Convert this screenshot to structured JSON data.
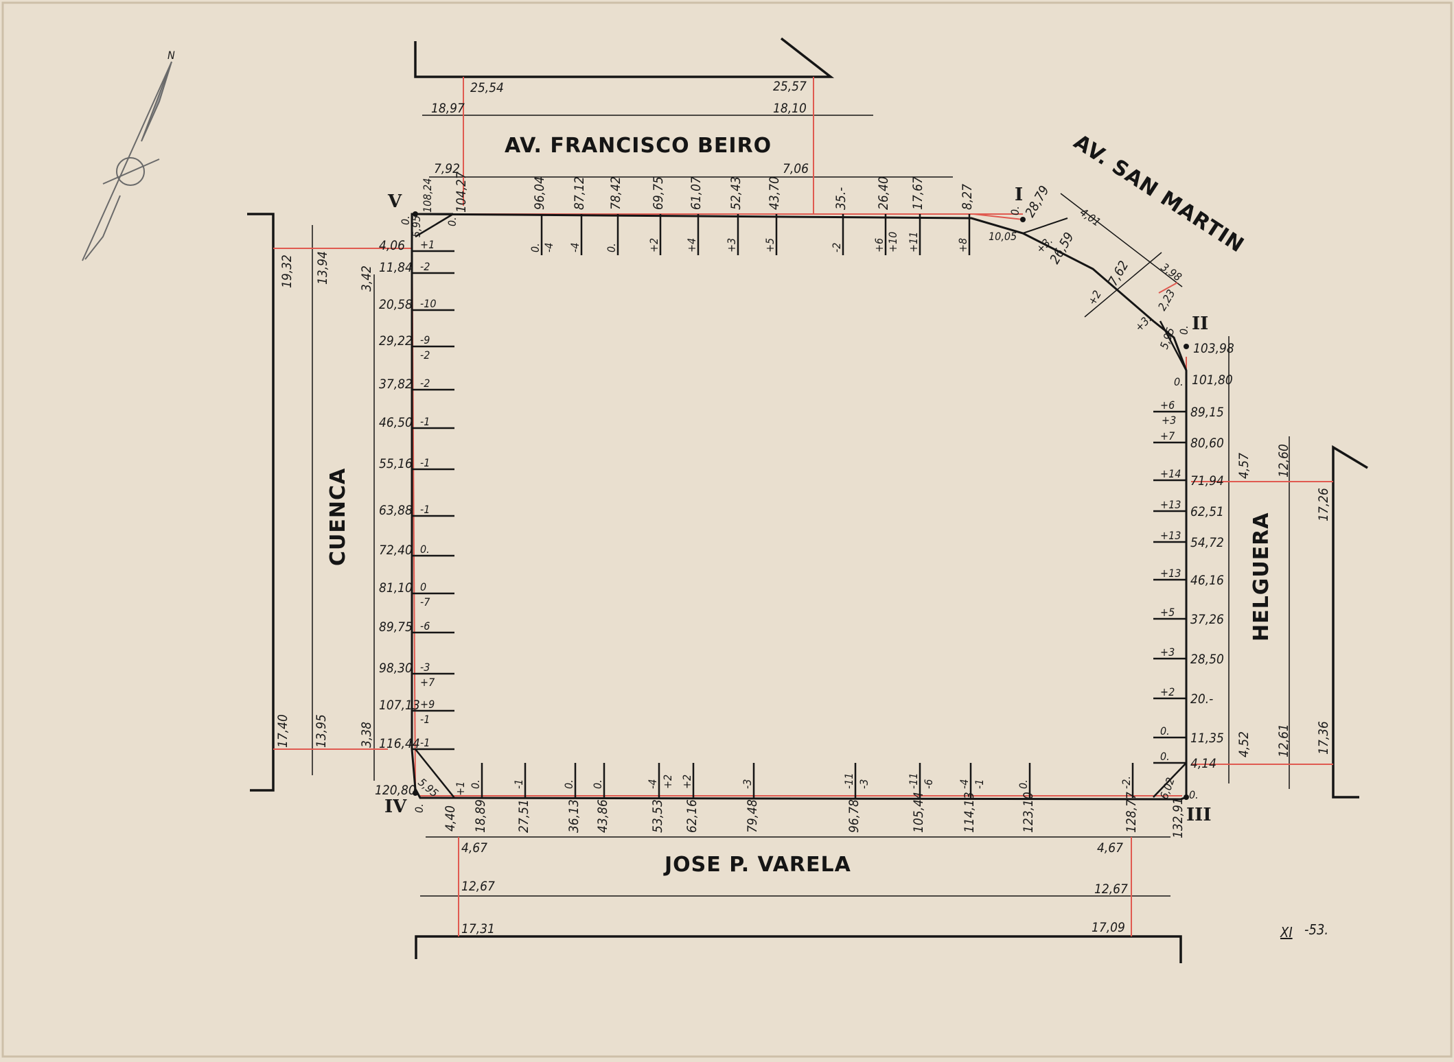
{
  "colors": {
    "paper": "#e9dfcf",
    "ink": "#151515",
    "red": "#e05a50"
  },
  "streets": {
    "north": "AV. FRANCISCO BEIRO",
    "northeast": "AV. SAN MARTIN",
    "west": "CUENCA",
    "east": "HELGUERA",
    "south": "JOSE P. VARELA"
  },
  "vertices": {
    "v1": "I",
    "v2": "II",
    "v3": "III",
    "v4": "IV",
    "v5": "V"
  },
  "date": {
    "roman": "XI",
    "year": "-53."
  },
  "compass": {
    "north": "N"
  },
  "north_street": {
    "left_far": "25,54",
    "right_far": "25,57",
    "left_mid": "18,97",
    "right_mid": "18,10",
    "left_near": "7,92",
    "right_near": "7,06"
  },
  "south_street": {
    "left_1": "4,67",
    "right_1": "4,67",
    "left_2": "12,67",
    "right_2": "12,67",
    "left_3": "17,31",
    "right_3": "17,09"
  },
  "west_street": {
    "top_1": "3,42",
    "top_2": "13,94",
    "top_3": "19,32",
    "bot_1": "3,38",
    "bot_2": "13,95",
    "bot_3": "17,40"
  },
  "east_street": {
    "top_1": "4,57",
    "top_2": "12,60",
    "top_3": "17,26",
    "bot_1": "4,52",
    "bot_2": "12,61",
    "bot_3": "17,36"
  },
  "northeast_street": {
    "a": "4,01",
    "b": "3,98"
  },
  "north_side": {
    "corner_v5": "108,24",
    "corner_zero": "0.",
    "chamfer": "5,95",
    "zero": "0.",
    "start": "104,27",
    "stations": [
      {
        "dist": "96,04",
        "lev": "0.",
        "lev2": "-4"
      },
      {
        "dist": "87,12",
        "lev": "-4",
        "lev2": ""
      },
      {
        "dist": "78,42",
        "lev": "0.",
        "lev2": ""
      },
      {
        "dist": "69,75",
        "lev": "+2",
        "lev2": ""
      },
      {
        "dist": "61,07",
        "lev": "+4",
        "lev2": ""
      },
      {
        "dist": "52,43",
        "lev": "+3",
        "lev2": ""
      },
      {
        "dist": "43,70",
        "lev": "+5",
        "lev2": ""
      },
      {
        "dist": "35.-",
        "lev": "-2",
        "lev2": ""
      },
      {
        "dist": "26,40",
        "lev": "+6",
        "lev2": "+10"
      },
      {
        "dist": "17,67",
        "lev": "+11",
        "lev2": ""
      },
      {
        "dist": "8,27",
        "lev": "+8",
        "lev2": ""
      }
    ],
    "v1_zero": "0.",
    "v1_dist": "28,79",
    "v1_seg": "10,05",
    "v1_lev": "+3.",
    "ne_dist": "26,59",
    "ne_seg": "7,62",
    "ne_lev": "+2",
    "ne_end": "2,23",
    "ne_end_lev": "+3."
  },
  "east_side": {
    "chamfer": "5,95",
    "corner": "103,98",
    "corner_zero": "0.",
    "start": "101,80",
    "zero": "0.",
    "stations": [
      {
        "dist": "89,15",
        "lev": "+6",
        "lev2": "+3"
      },
      {
        "dist": "80,60",
        "lev": "+7",
        "lev2": ""
      },
      {
        "dist": "71,94",
        "lev": "+14",
        "lev2": ""
      },
      {
        "dist": "62,51",
        "lev": "+13",
        "lev2": ""
      },
      {
        "dist": "54,72",
        "lev": "+13",
        "lev2": ""
      },
      {
        "dist": "46,16",
        "lev": "+13",
        "lev2": ""
      },
      {
        "dist": "37,26",
        "lev": "+5",
        "lev2": ""
      },
      {
        "dist": "28,50",
        "lev": "+3",
        "lev2": ""
      },
      {
        "dist": "20.-",
        "lev": "+2",
        "lev2": ""
      },
      {
        "dist": "11,35",
        "lev": "0.",
        "lev2": ""
      },
      {
        "dist": "4,14",
        "lev": "0.",
        "lev2": ""
      }
    ]
  },
  "south_side": {
    "corner_v4": "120,80",
    "chamfer": "5,95",
    "zero": "0.",
    "start_lev": "+1",
    "start": "4,40",
    "stations": [
      {
        "dist": "18,89",
        "lev": "0.",
        "lev2": ""
      },
      {
        "dist": "27,51",
        "lev": "-1",
        "lev2": ""
      },
      {
        "dist": "36,13",
        "lev": "0.",
        "lev2": ""
      },
      {
        "dist": "43,86",
        "lev": "0.",
        "lev2": ""
      },
      {
        "dist": "53,53",
        "lev": "-4",
        "lev2": "+2"
      },
      {
        "dist": "62,16",
        "lev": "+2",
        "lev2": ""
      },
      {
        "dist": "79,48",
        "lev": "-3",
        "lev2": ""
      },
      {
        "dist": "96,78",
        "lev": "-11",
        "lev2": "-3"
      },
      {
        "dist": "105,44",
        "lev": "-11",
        "lev2": "-6"
      },
      {
        "dist": "114,13",
        "lev": "-4",
        "lev2": "-1"
      },
      {
        "dist": "123,10",
        "lev": "0.",
        "lev2": ""
      },
      {
        "dist": "128,77",
        "lev": "-2.",
        "lev2": ""
      }
    ],
    "end_chamfer": "6,02",
    "end": "132,91",
    "end_zero": "0."
  },
  "west_side": {
    "top_lev": "+1",
    "stations": [
      {
        "dist": "4,06",
        "lev": "+1",
        "lev2": ""
      },
      {
        "dist": "11,84",
        "lev": "-2",
        "lev2": ""
      },
      {
        "dist": "20,58",
        "lev": "-10",
        "lev2": ""
      },
      {
        "dist": "29,22",
        "lev": "-9",
        "lev2": "-2"
      },
      {
        "dist": "37,82",
        "lev": "-2",
        "lev2": ""
      },
      {
        "dist": "46,50",
        "lev": "-1",
        "lev2": ""
      },
      {
        "dist": "55,16",
        "lev": "-1",
        "lev2": ""
      },
      {
        "dist": "63,88",
        "lev": "-1",
        "lev2": ""
      },
      {
        "dist": "72,40",
        "lev": "0.",
        "lev2": ""
      },
      {
        "dist": "81,10",
        "lev": "0",
        "lev2": "-7"
      },
      {
        "dist": "89,75",
        "lev": "-6",
        "lev2": ""
      },
      {
        "dist": "98,30",
        "lev": "-3",
        "lev2": "+7"
      },
      {
        "dist": "107,13",
        "lev": "+9",
        "lev2": "-1"
      },
      {
        "dist": "116,44",
        "lev": "-1",
        "lev2": ""
      }
    ]
  }
}
